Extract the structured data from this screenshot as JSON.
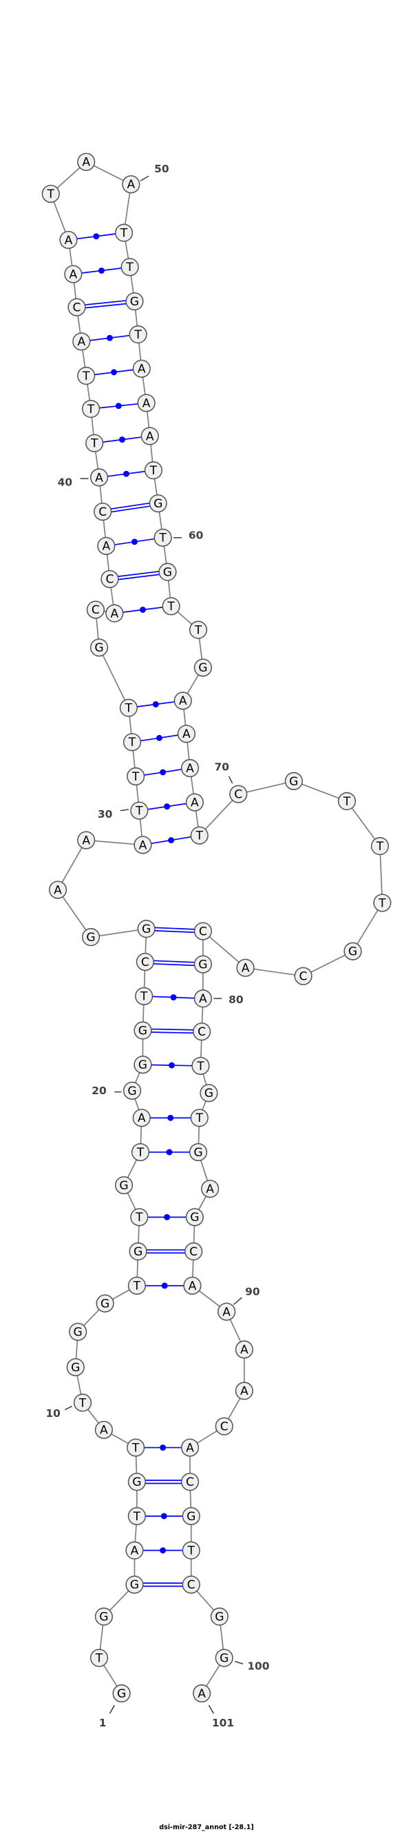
{
  "title": "dsi-mir-287_annot [-28.1]",
  "nucleotides": [
    "G",
    "T",
    "G",
    "G",
    "A",
    "T",
    "G",
    "T",
    "A",
    "T",
    "G",
    "G",
    "G",
    "T",
    "G",
    "T",
    "G",
    "T",
    "A",
    "G",
    "G",
    "G",
    "T",
    "C",
    "G",
    "G",
    "A",
    "A",
    "A",
    "T",
    "T",
    "T",
    "T",
    "G",
    "C",
    "A",
    "C",
    "A",
    "C",
    "A",
    "T",
    "T",
    "T",
    "A",
    "C",
    "A",
    "A",
    "T",
    "A",
    "A",
    "T",
    "T",
    "G",
    "T",
    "A",
    "A",
    "A",
    "T",
    "G",
    "T",
    "G",
    "T",
    "T",
    "G",
    "A",
    "A",
    "A",
    "A",
    "T",
    "C",
    "G",
    "T",
    "T",
    "T",
    "G",
    "C",
    "A",
    "C",
    "G",
    "A",
    "C",
    "T",
    "G",
    "T",
    "G",
    "A",
    "G",
    "C",
    "A",
    "A",
    "A",
    "A",
    "C",
    "A",
    "C",
    "G",
    "T",
    "C",
    "G",
    "G",
    "A"
  ],
  "pairs": [
    [
      4,
      98
    ],
    [
      5,
      97
    ],
    [
      6,
      96
    ],
    [
      7,
      95
    ],
    [
      8,
      94
    ],
    [
      14,
      89
    ],
    [
      15,
      88
    ],
    [
      16,
      87
    ],
    [
      18,
      85
    ],
    [
      19,
      84
    ],
    [
      21,
      82
    ],
    [
      22,
      81
    ],
    [
      23,
      80
    ],
    [
      24,
      79
    ],
    [
      25,
      78
    ],
    [
      29,
      69
    ],
    [
      30,
      68
    ],
    [
      31,
      67
    ],
    [
      32,
      66
    ],
    [
      33,
      65
    ],
    [
      36,
      62
    ],
    [
      37,
      61
    ],
    [
      38,
      60
    ],
    [
      39,
      59
    ],
    [
      40,
      58
    ],
    [
      41,
      57
    ],
    [
      42,
      56
    ],
    [
      43,
      55
    ],
    [
      44,
      54
    ],
    [
      45,
      53
    ],
    [
      46,
      52
    ],
    [
      47,
      51
    ]
  ],
  "position_labels": [
    "1",
    "10",
    "20",
    "30",
    "40",
    "50",
    "60",
    "70",
    "80",
    "90",
    "100",
    "101"
  ],
  "colors": {
    "pair_line": "#0000ff",
    "backbone": "#808080",
    "node_fill": "#f0f0f0"
  }
}
